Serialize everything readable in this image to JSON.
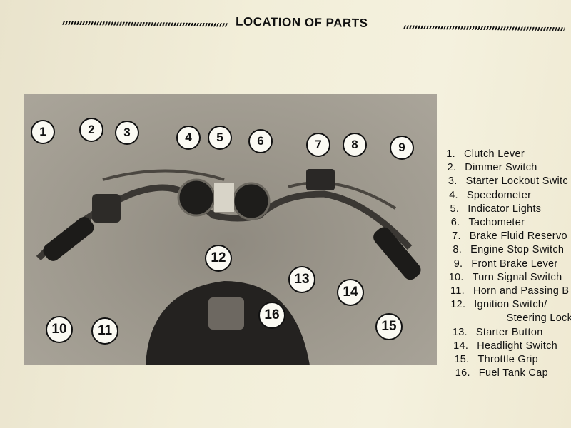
{
  "header": {
    "title": "LOCATION  OF PARTS"
  },
  "callouts": [
    "1",
    "2",
    "3",
    "4",
    "5",
    "6",
    "7",
    "8",
    "9",
    "10",
    "11",
    "12",
    "13",
    "14",
    "15",
    "16"
  ],
  "legend": [
    {
      "num": "1.",
      "label": "Clutch Lever"
    },
    {
      "num": "2.",
      "label": "Dimmer Switch"
    },
    {
      "num": "3.",
      "label": "Starter Lockout Switc"
    },
    {
      "num": "4.",
      "label": "Speedometer"
    },
    {
      "num": "5.",
      "label": "Indicator Lights"
    },
    {
      "num": "6.",
      "label": "Tachometer"
    },
    {
      "num": "7.",
      "label": "Brake Fluid Reservo"
    },
    {
      "num": "8.",
      "label": "Engine Stop Switch"
    },
    {
      "num": "9.",
      "label": "Front Brake Lever"
    },
    {
      "num": "10.",
      "label": "Turn Signal Switch"
    },
    {
      "num": "11.",
      "label": "Horn and Passing B"
    },
    {
      "num": "12.",
      "label": "Ignition Switch/"
    },
    {
      "num": "",
      "label": "Steering Lock"
    },
    {
      "num": "13.",
      "label": "Starter Button"
    },
    {
      "num": "14.",
      "label": "Headlight Switch"
    },
    {
      "num": "15.",
      "label": "Throttle Grip"
    },
    {
      "num": "16.",
      "label": "Fuel Tank Cap"
    }
  ]
}
